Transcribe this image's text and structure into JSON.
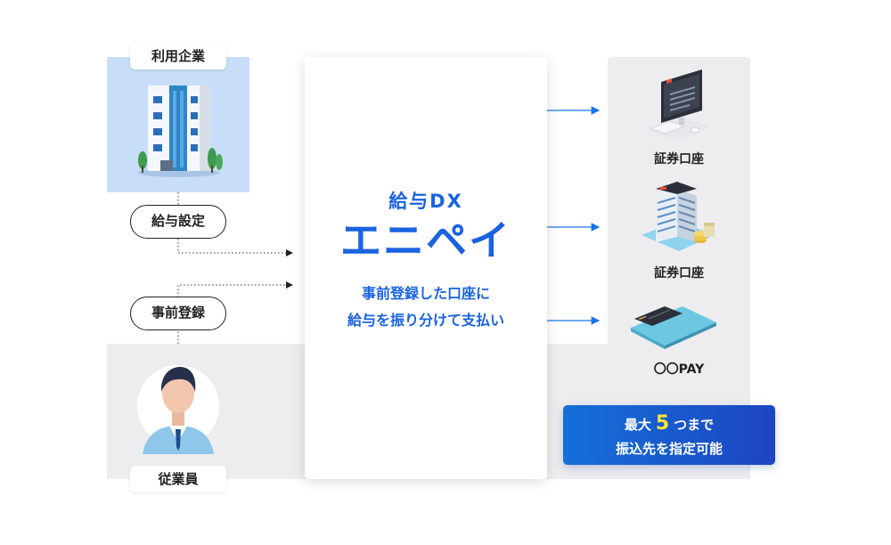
{
  "company": {
    "label": "利用企業"
  },
  "flows": {
    "salary_setting": "給与設定",
    "pre_registration": "事前登録"
  },
  "employee": {
    "label": "従業員"
  },
  "center": {
    "brand_small": "給与DX",
    "brand_big": "エニペイ",
    "tagline_line1": "事前登録した口座に",
    "tagline_line2": "給与を振り分けて支払い"
  },
  "destinations": [
    {
      "label": "証券口座",
      "icon": "monitor-trading-icon"
    },
    {
      "label": "証券口座",
      "icon": "bank-building-icon"
    },
    {
      "label": "〇〇PAY",
      "icon": "smartphone-payment-icon"
    }
  ],
  "callout": {
    "prefix": "最大",
    "number": "5",
    "suffix": "つまで",
    "line2": "振込先を指定可能"
  },
  "colors": {
    "brand_blue": "#1a63e0",
    "callout_start": "#1570d8",
    "callout_end": "#1c45c2",
    "callout_number": "#ffe23a",
    "panel_gray": "#ededef",
    "company_bg": "#c8def8"
  }
}
